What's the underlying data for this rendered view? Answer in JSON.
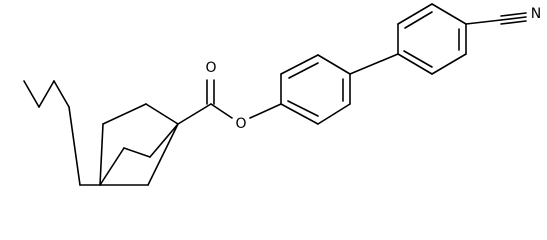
{
  "molecule": {
    "atom_labels": {
      "ester_carbonyl_oxygen": "O",
      "ester_link_oxygen": "O",
      "nitrile_nitrogen": "N"
    },
    "colors": {
      "bond": "#000000",
      "label": "#000000",
      "background": "#ffffff"
    }
  }
}
